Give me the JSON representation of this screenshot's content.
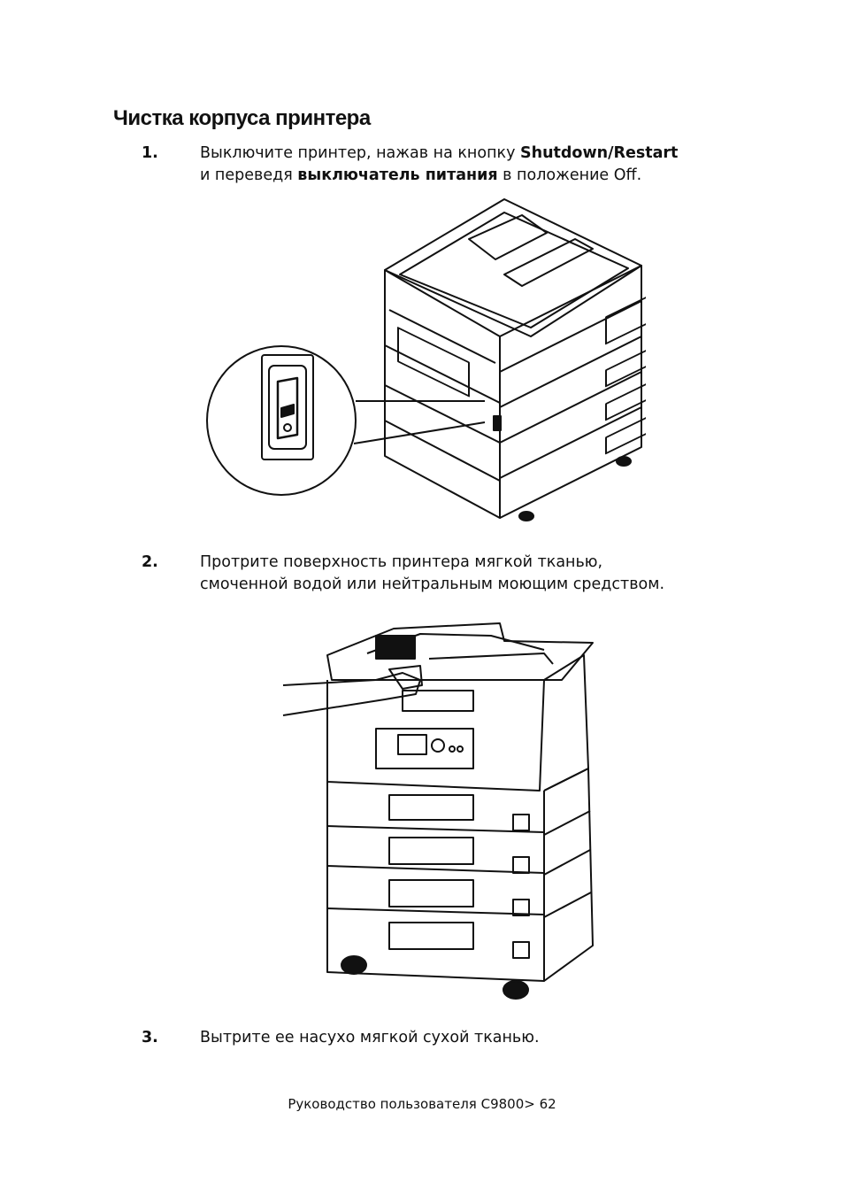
{
  "title": "Чистка корпуса принтера",
  "steps": [
    {
      "number": "1.",
      "line1_a": "Выключите принтер, нажав на кнопку ",
      "line1_bold": "Shutdown/Restart",
      "line2_a": "и переведя ",
      "line2_bold": "выключатель питания",
      "line2_b": " в положение Off."
    },
    {
      "number": "2.",
      "line1": "Протрите поверхность принтера мягкой тканью,",
      "line2": "смоченной водой или нейтральным моющим средством."
    },
    {
      "number": "3.",
      "line1": "Вытрите ее насухо мягкой сухой тканью."
    }
  ],
  "figures": [
    {
      "icon": "printer-power-switch-illustration"
    },
    {
      "icon": "printer-wiping-illustration"
    }
  ],
  "footer": "Руководство пользователя C9800> 62"
}
